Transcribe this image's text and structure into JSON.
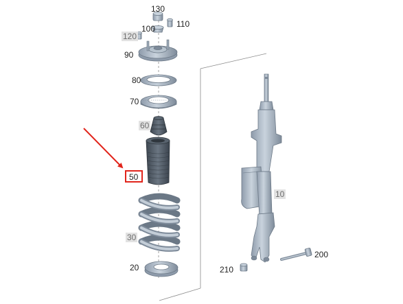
{
  "diagram": {
    "labels": {
      "p130": "130",
      "p100": "100",
      "p110": "110",
      "p120": "120",
      "p90": "90",
      "p80": "80",
      "p70": "70",
      "p60": "60",
      "p50": "50",
      "p30": "30",
      "p20": "20",
      "p10": "10",
      "p200": "200",
      "p210": "210"
    },
    "highlighted_part": "50",
    "colors": {
      "part_fill": "#a9b6c2",
      "part_stroke": "#6b7886",
      "dark_part": "#4b5662",
      "guide_line": "#8a8a8a",
      "highlight": "#e1241b"
    }
  }
}
